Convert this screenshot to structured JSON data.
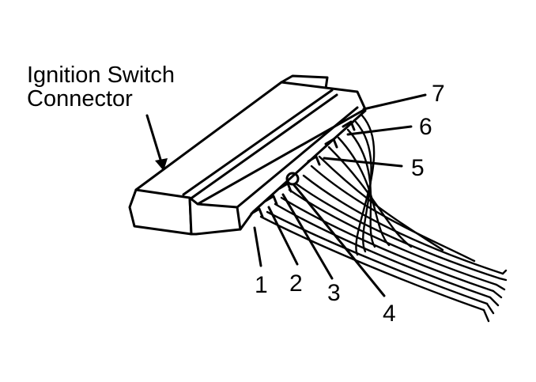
{
  "title_lines": [
    "Ignition Switch",
    "Connector"
  ],
  "pins": [
    {
      "label": "1"
    },
    {
      "label": "2"
    },
    {
      "label": "3"
    },
    {
      "label": "4"
    },
    {
      "label": "5"
    },
    {
      "label": "6"
    },
    {
      "label": "7"
    }
  ]
}
